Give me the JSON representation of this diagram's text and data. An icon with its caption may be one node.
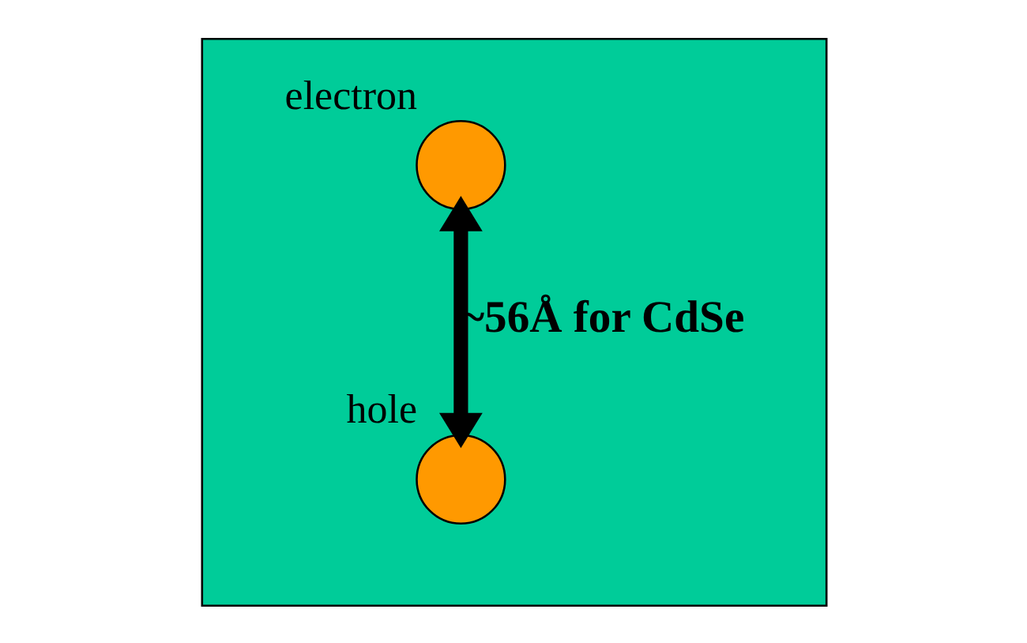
{
  "diagram": {
    "nodes": [
      {
        "text": [],
        "shape": "box"
      },
      {
        "text": [],
        "shape": "circle",
        "beside": [
          "electron"
        ],
        "in": 0
      },
      {
        "text": [],
        "shape": "circle",
        "beside": [
          "hole"
        ],
        "in": 0
      }
    ],
    "edges": [
      {
        "from": 1,
        "to": 2,
        "arrow": "both",
        "label": "~56Å for CdSe"
      }
    ]
  }
}
